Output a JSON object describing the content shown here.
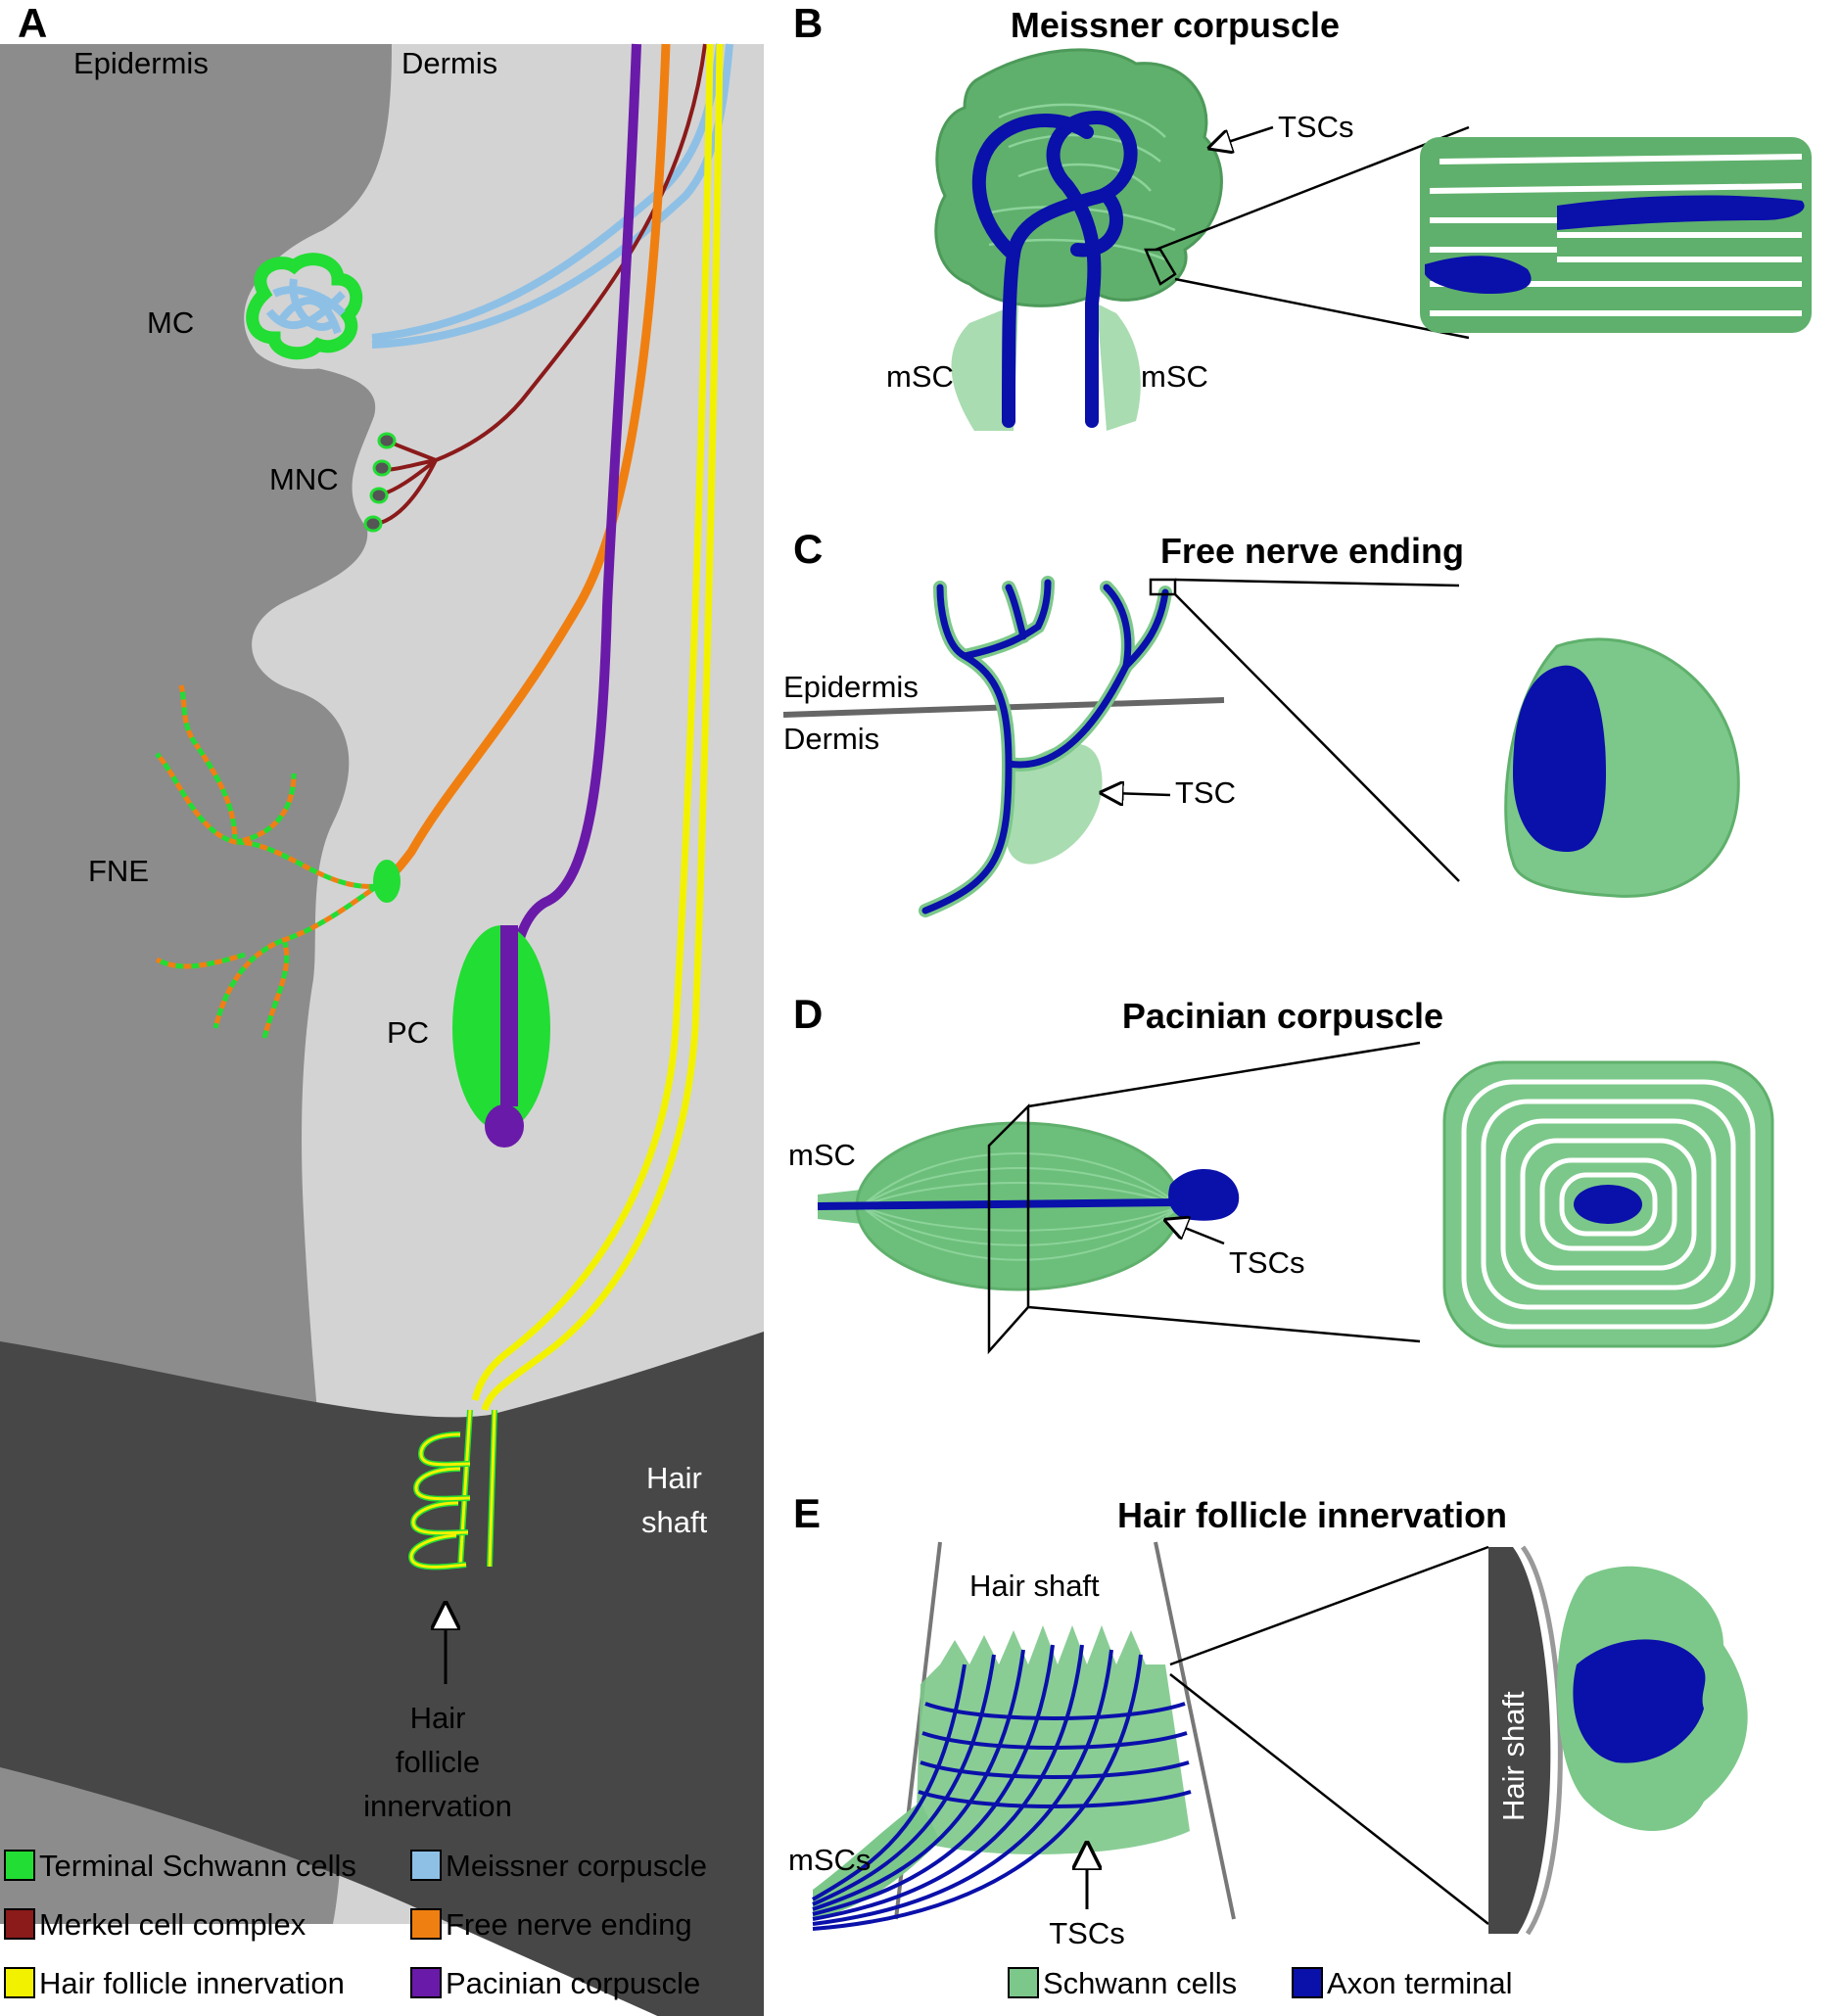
{
  "panels": {
    "a": {
      "letter": "A",
      "epidermis": "Epidermis",
      "dermis": "Dermis",
      "mc": "MC",
      "mnc": "MNC",
      "fne": "FNE",
      "pc": "PC",
      "hair_shaft_1": "Hair",
      "hair_shaft_2": "shaft",
      "hfi_1": "Hair",
      "hfi_2": "follicle",
      "hfi_3": "innervation"
    },
    "b": {
      "letter": "B",
      "title": "Meissner corpuscle",
      "tscs": "TSCs",
      "msc_left": "mSC",
      "msc_right": "mSC"
    },
    "c": {
      "letter": "C",
      "title": "Free nerve ending",
      "epidermis": "Epidermis",
      "dermis": "Dermis",
      "tsc": "TSC"
    },
    "d": {
      "letter": "D",
      "title": "Pacinian corpuscle",
      "msc": "mSC",
      "tscs": "TSCs"
    },
    "e": {
      "letter": "E",
      "title": "Hair follicle innervation",
      "hair_shaft": "Hair shaft",
      "hair_shaft_vertical": "Hair shaft",
      "mscs": "mSCs",
      "tscs": "TSCs"
    }
  },
  "legend_a": [
    {
      "label": "Terminal Schwann cells",
      "color": "#22dd33"
    },
    {
      "label": "Meissner corpuscle",
      "color": "#8ec0e6"
    },
    {
      "label": "Merkel cell complex",
      "color": "#8b1a1a"
    },
    {
      "label": "Free nerve ending",
      "color": "#f07f12"
    },
    {
      "label": "Hair follicle innervation",
      "color": "#f2f200"
    },
    {
      "label": "Pacinian corpuscle",
      "color": "#6a1aa8"
    }
  ],
  "legend_e": [
    {
      "label": "Schwann cells",
      "color": "#7cc88a"
    },
    {
      "label": "Axon terminal",
      "color": "#0a10aa"
    }
  ],
  "colors": {
    "epidermis": "#8c8c8c",
    "dermis": "#d3d3d3",
    "hair": "#474747",
    "schwann": "#7cc88a",
    "axon": "#0a10aa"
  }
}
